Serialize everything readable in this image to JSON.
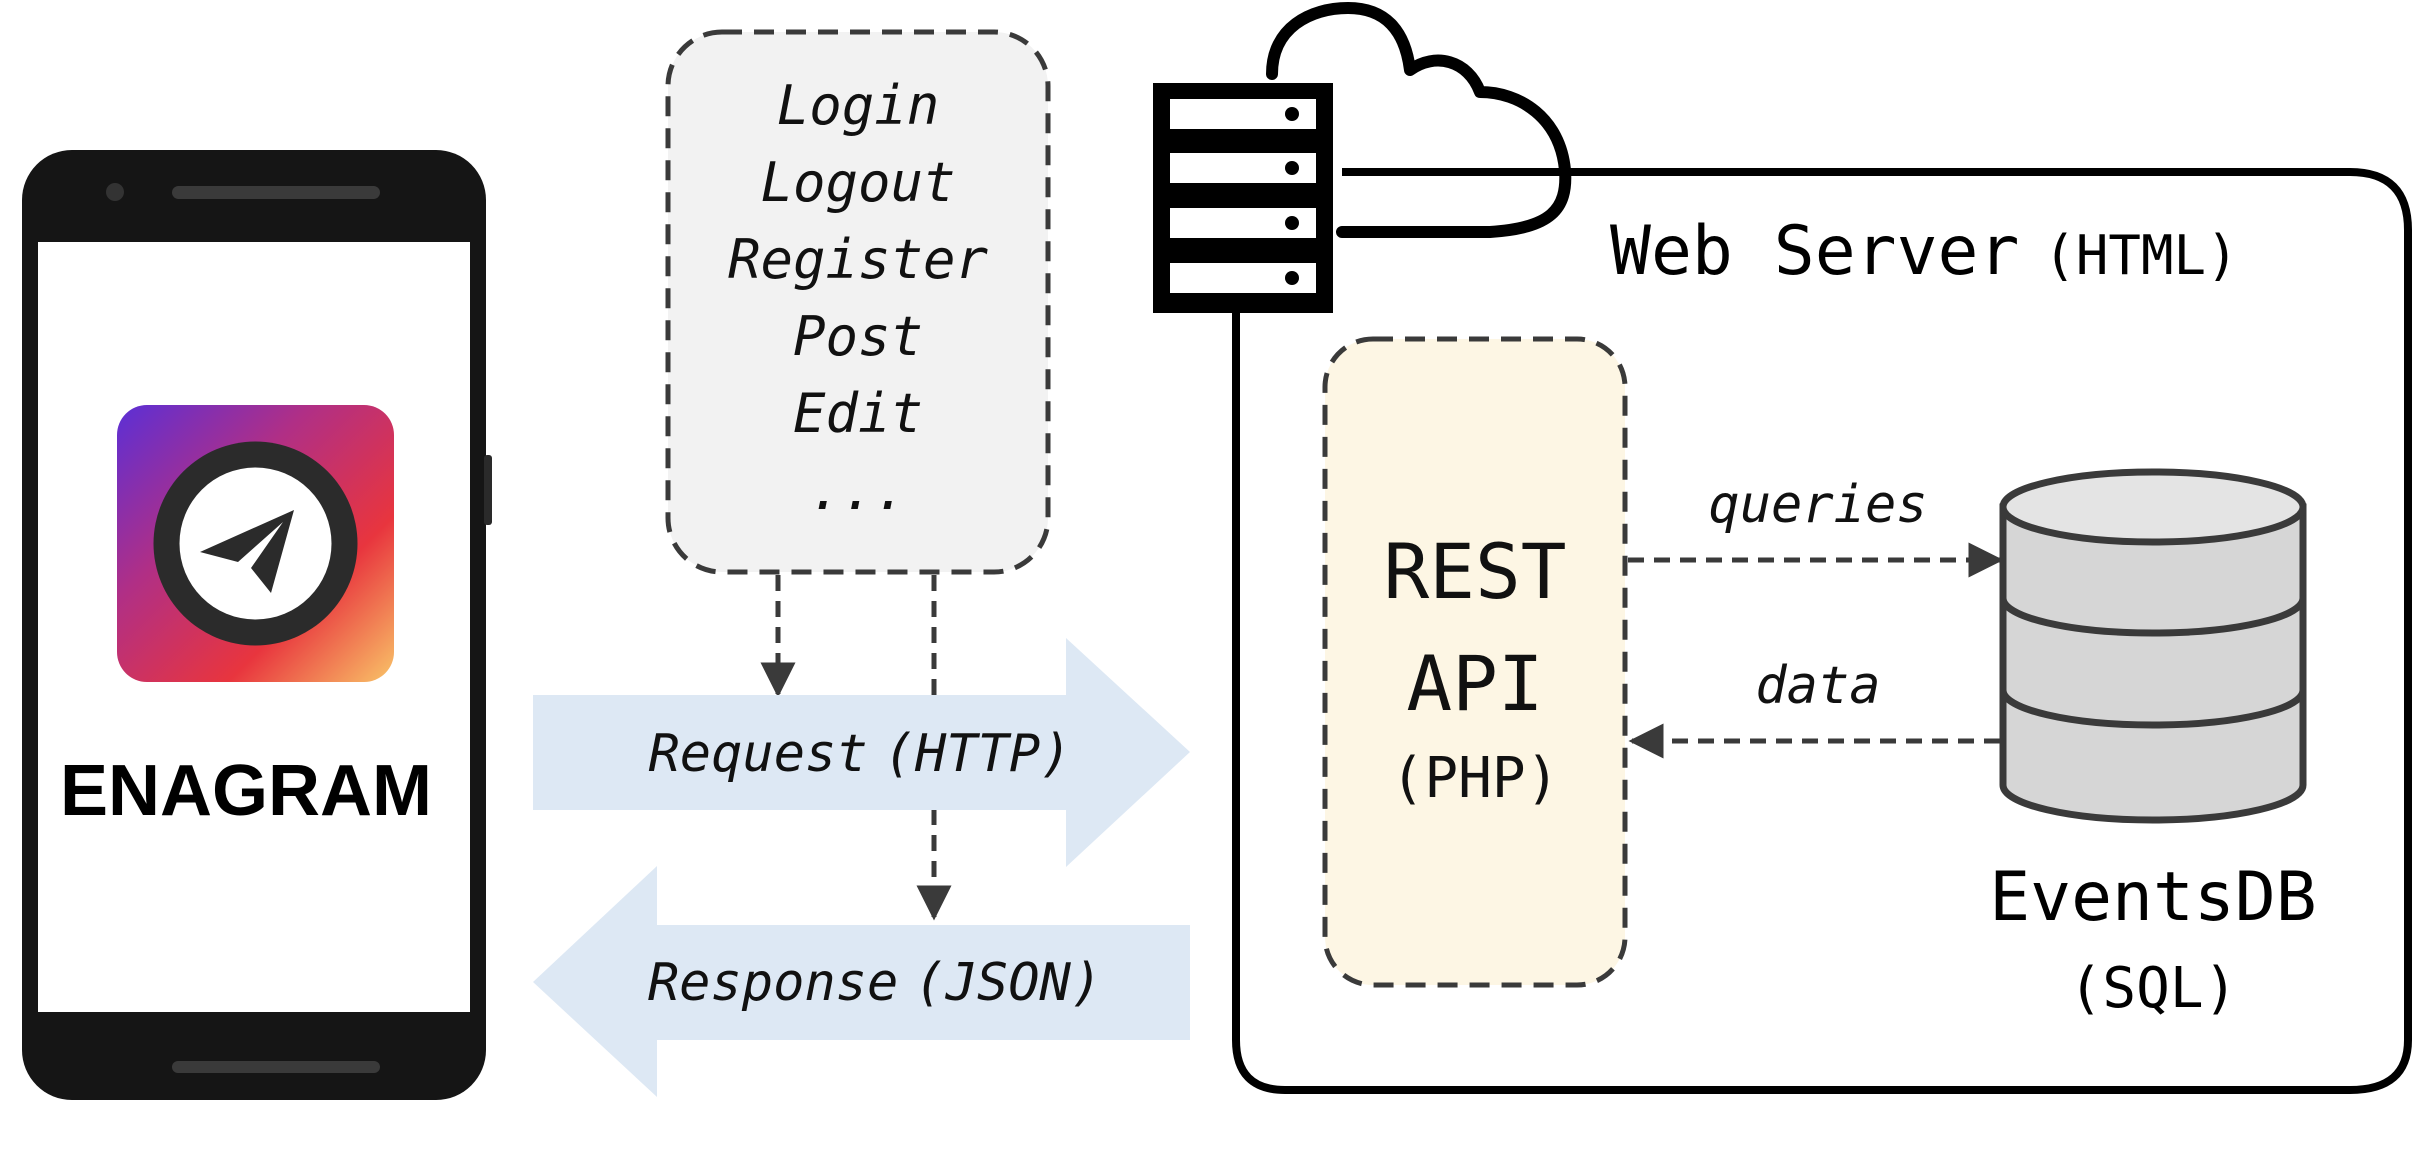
{
  "phone": {
    "app_name": "ENAGRAM",
    "icon": "paper-plane-icon",
    "gradient_colors": [
      "#5b2fd6",
      "#c02f7a",
      "#e8353e",
      "#f9c468"
    ]
  },
  "actions": {
    "items": [
      "Login",
      "Logout",
      "Register",
      "Post",
      "Edit",
      "..."
    ]
  },
  "request": {
    "word": "Request",
    "protocol": "(HTTP)"
  },
  "response": {
    "word": "Response",
    "protocol": "(JSON)"
  },
  "server": {
    "title": "Web Server",
    "format": "(HTML)",
    "icon": "server-rack-icon",
    "cloud_icon": "cloud-icon"
  },
  "api": {
    "line1": "REST",
    "line2": "API",
    "lang": "(PHP)"
  },
  "flows": {
    "queries": "queries",
    "data": "data"
  },
  "database": {
    "name": "EventsDB",
    "lang": "(SQL)",
    "icon": "database-icon"
  },
  "colors": {
    "arrow_fill": "#dde8f4",
    "actions_fill": "#f2f2f2",
    "api_fill": "#fdf6e4",
    "db_fill": "#d6d6d6",
    "stroke": "#000000",
    "dashed_stroke": "#3a3a3a"
  }
}
